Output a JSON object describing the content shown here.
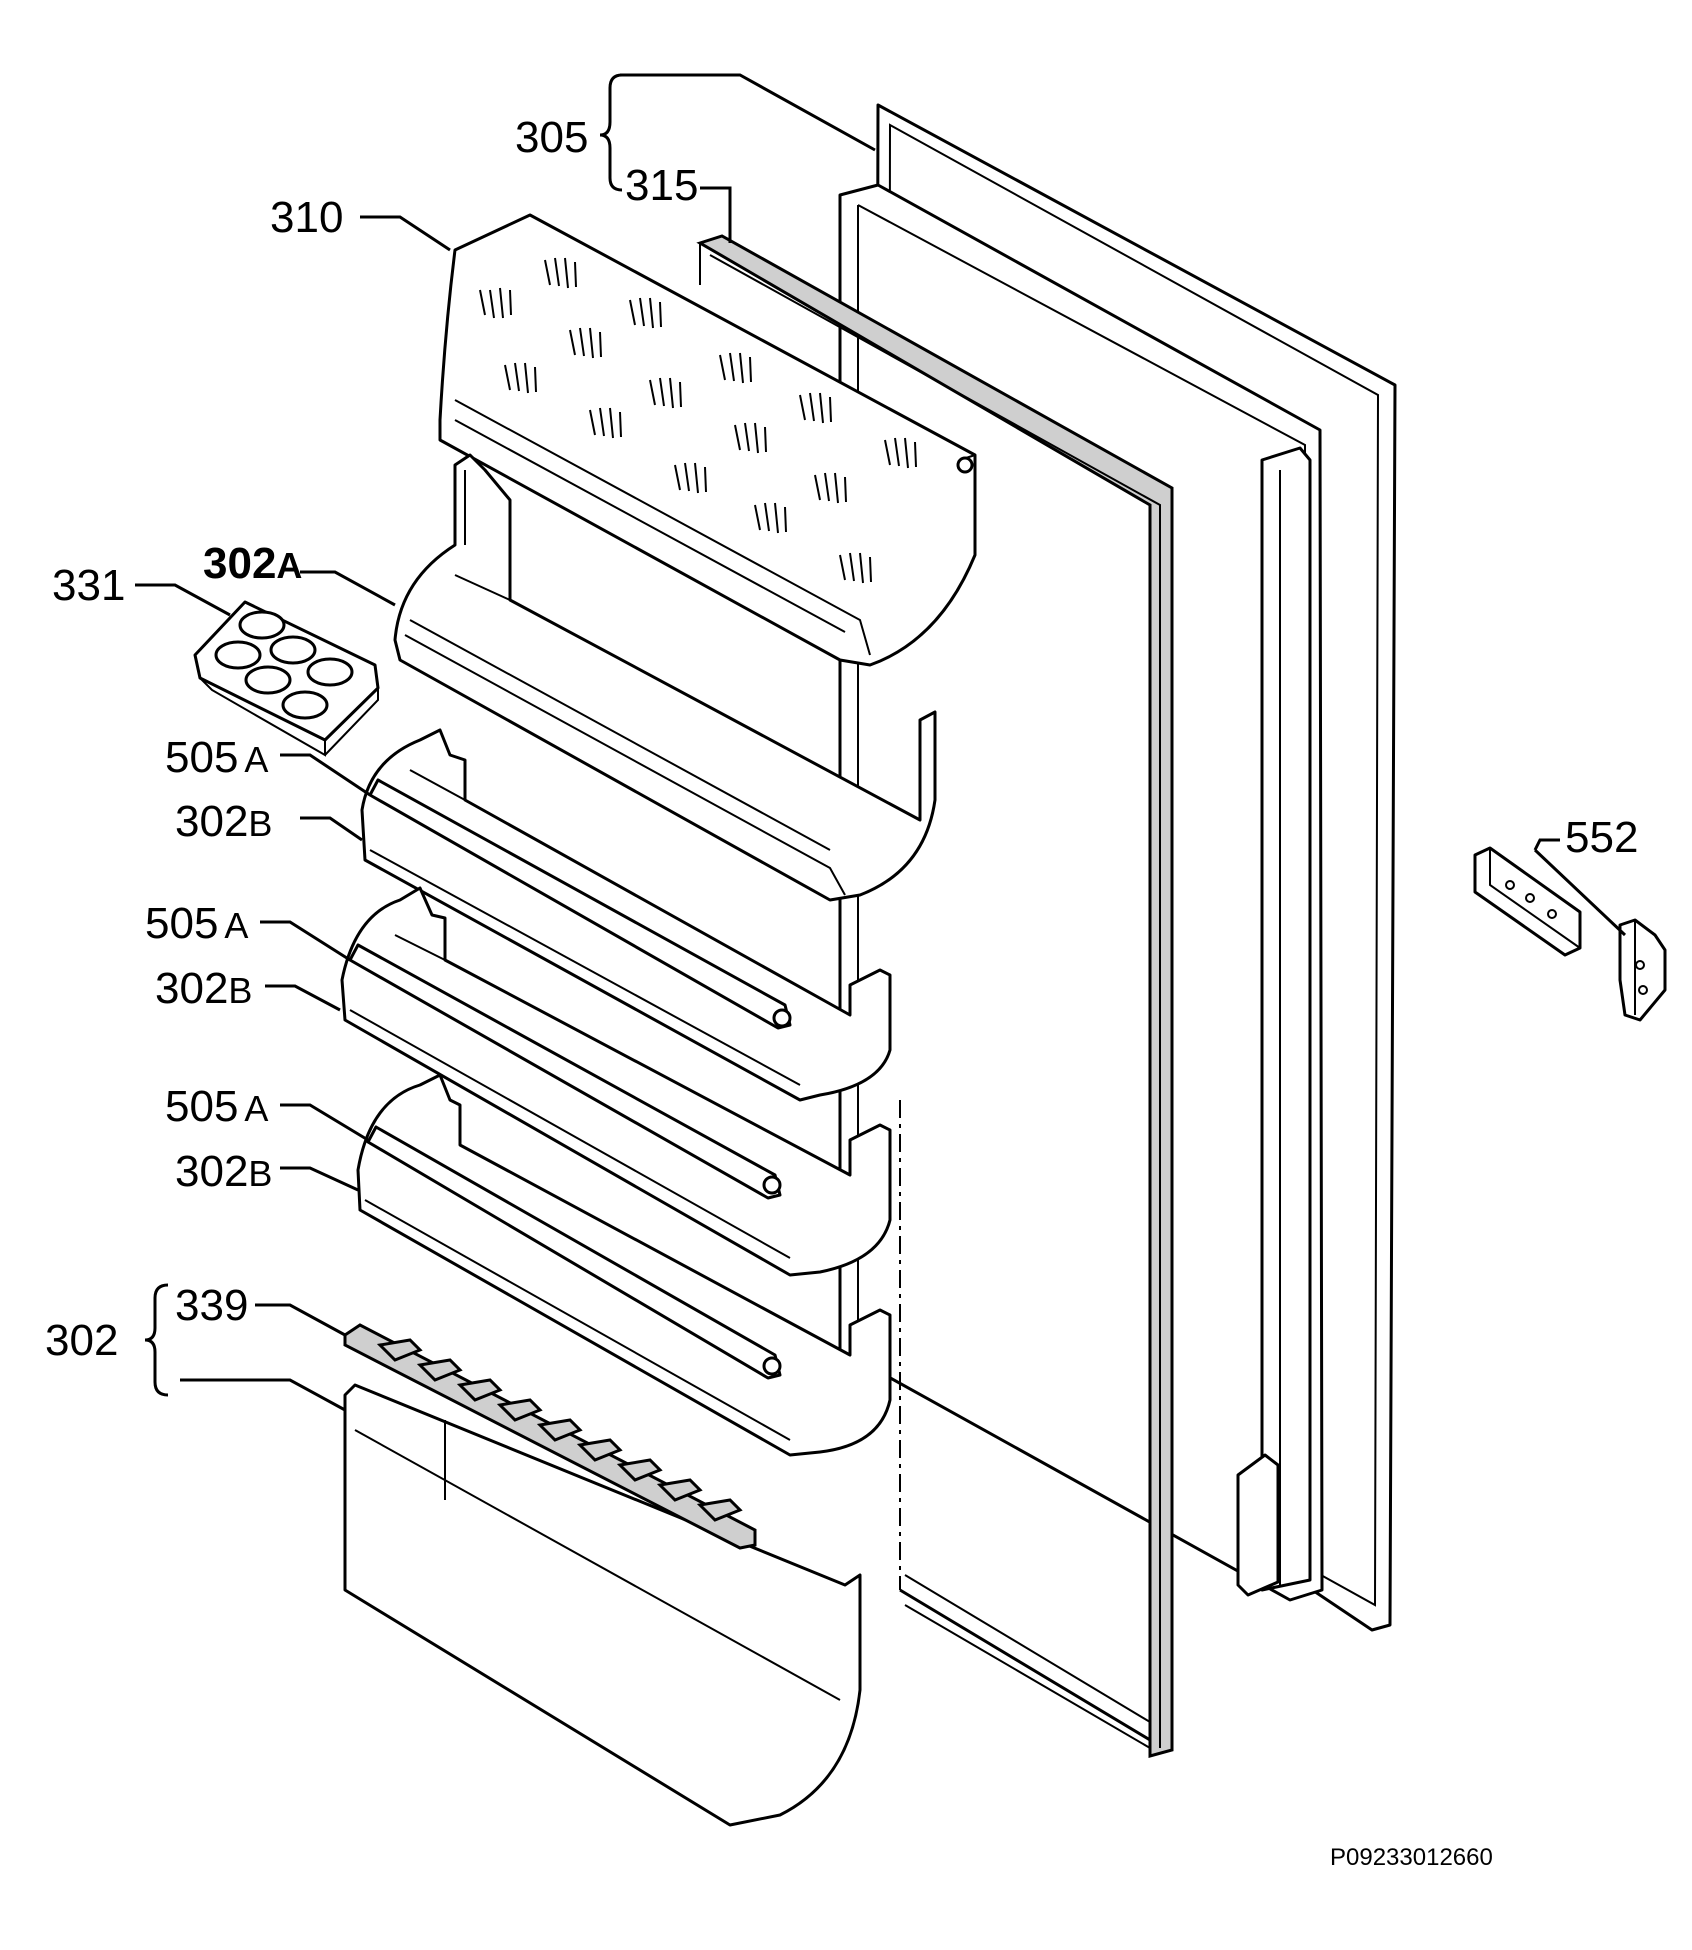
{
  "labels": {
    "l305": "305",
    "l315": "315",
    "l310": "310",
    "l302a_num": "302",
    "l302a_suffix": "A",
    "l331": "331",
    "l505a_1_num": "505",
    "l505a_1_suffix": "A",
    "l302b_1_num": "302",
    "l302b_1_suffix": "B",
    "l505a_2_num": "505",
    "l505a_2_suffix": "A",
    "l302b_2_num": "302",
    "l302b_2_suffix": "B",
    "l505a_3_num": "505",
    "l505a_3_suffix": "A",
    "l302b_3_num": "302",
    "l302b_3_suffix": "B",
    "l339": "339",
    "l302": "302",
    "l552": "552"
  },
  "reference_code": "P09233012660"
}
